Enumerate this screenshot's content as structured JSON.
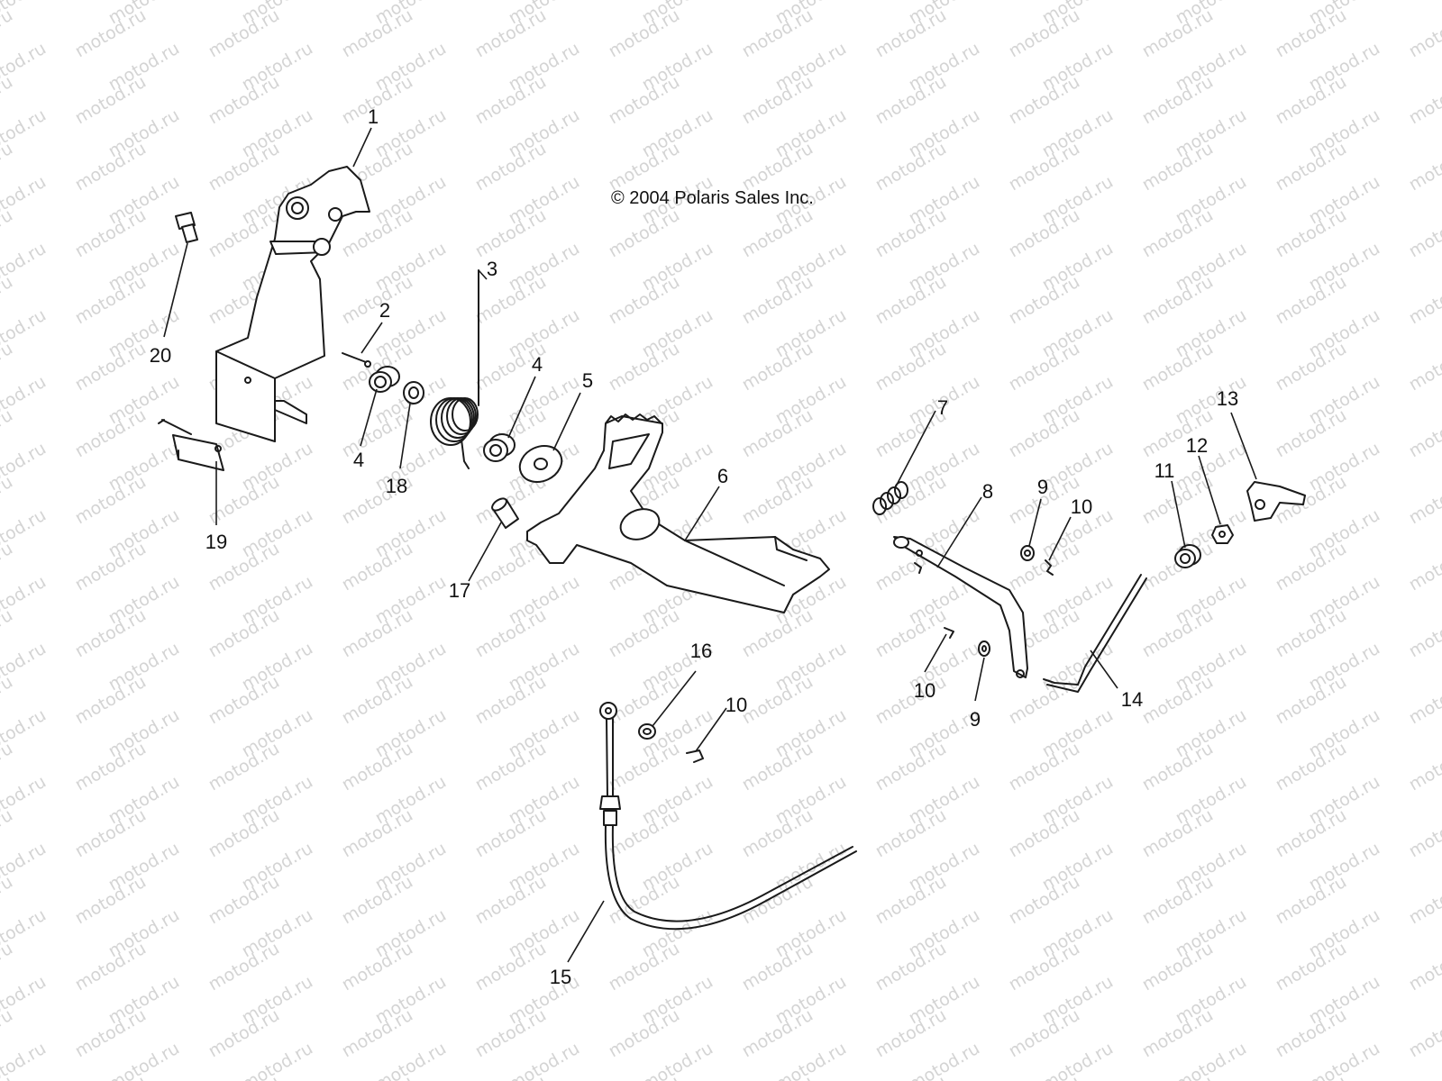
{
  "copyright": "© 2004 Polaris Sales Inc.",
  "watermark": "motod.ru",
  "callouts": {
    "p1": "1",
    "p2": "2",
    "p3": "3",
    "p4a": "4",
    "p4b": "4",
    "p5": "5",
    "p6": "6",
    "p7": "7",
    "p8": "8",
    "p9a": "9",
    "p9b": "9",
    "p10a": "10",
    "p10b": "10",
    "p10c": "10",
    "p11": "11",
    "p12": "12",
    "p13": "13",
    "p14": "14",
    "p15": "15",
    "p16": "16",
    "p17": "17",
    "p18": "18",
    "p19": "19",
    "p20": "20"
  },
  "colors": {
    "line": "#1a1a1a",
    "watermark": "#d4d4d4",
    "background": "#ffffff"
  }
}
